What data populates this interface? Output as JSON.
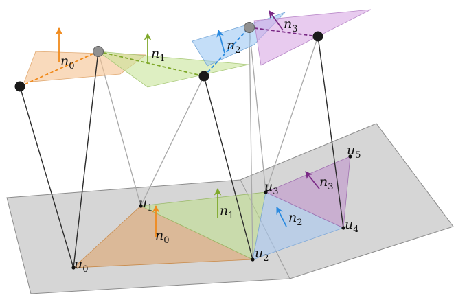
{
  "labels": {
    "u0": "u",
    "u0_sub": "0",
    "u1": "u",
    "u1_sub": "1",
    "u2": "u",
    "u2_sub": "2",
    "u3": "u",
    "u3_sub": "3",
    "u4": "u",
    "u4_sub": "4",
    "u5": "u",
    "u5_sub": "5",
    "n0_top": "n",
    "n0_top_sub": "0",
    "n1_top": "n",
    "n1_top_sub": "1",
    "n2_top": "n",
    "n2_top_sub": "2",
    "n3_top": "n",
    "n3_top_sub": "3",
    "n0_bot": "n",
    "n0_bot_sub": "0",
    "n1_bot": "n",
    "n1_bot_sub": "1",
    "n2_bot": "n",
    "n2_bot_sub": "2",
    "n3_bot": "n",
    "n3_bot_sub": "3"
  },
  "colors": {
    "orange": "#f08a1c",
    "green": "#7fa82a",
    "blue": "#2a8ae0",
    "purple": "#7a2a86",
    "plane": "#cfcfcf",
    "plane_edge": "#8c8c8c",
    "line_dark": "#2b2b2b",
    "line_light": "#a8a8a8"
  }
}
